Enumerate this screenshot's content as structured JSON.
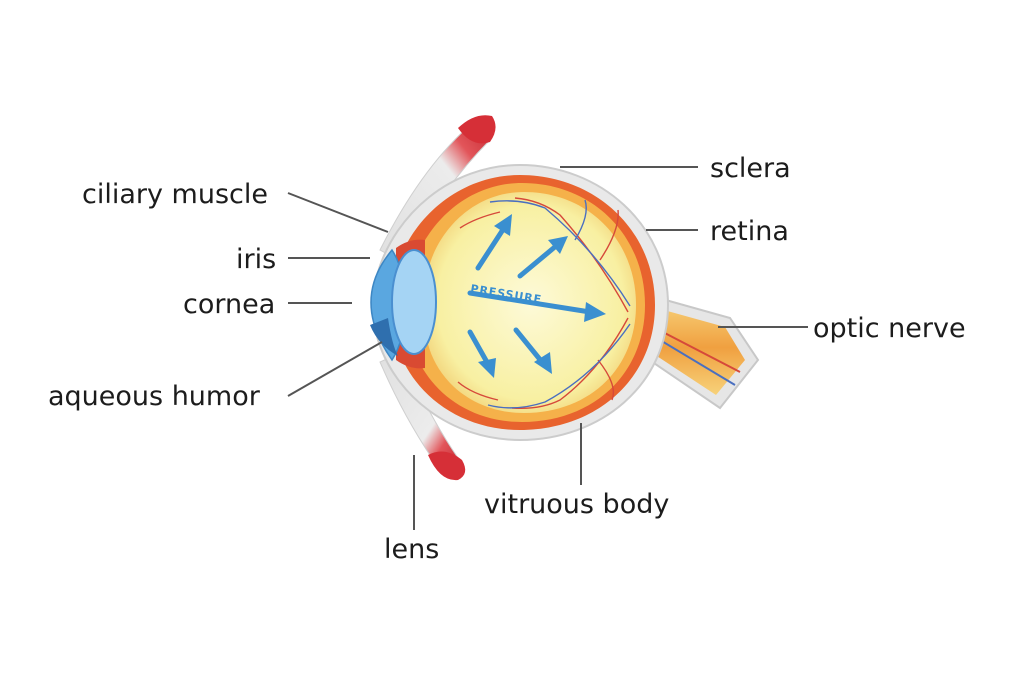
{
  "diagram": {
    "labels": {
      "ciliary_muscle": "ciliary muscle",
      "iris": "iris",
      "cornea": "cornea",
      "aqueous_humor": "aqueous humor",
      "lens": "lens",
      "sclera": "sclera",
      "retina": "retina",
      "optic_nerve": "optic nerve",
      "vitreous_body": "vitruous body"
    },
    "pressure_label": "PRESSURE",
    "colors": {
      "sclera": "#e6e6e6",
      "choroid": "#e8632e",
      "retina": "#f5b14a",
      "vitreous": "#fbf5b8",
      "cornea": "#5aa7e0",
      "lens": "#9fd1f2",
      "muscle": "#d9323a",
      "arrow": "#3a8fd0"
    }
  }
}
